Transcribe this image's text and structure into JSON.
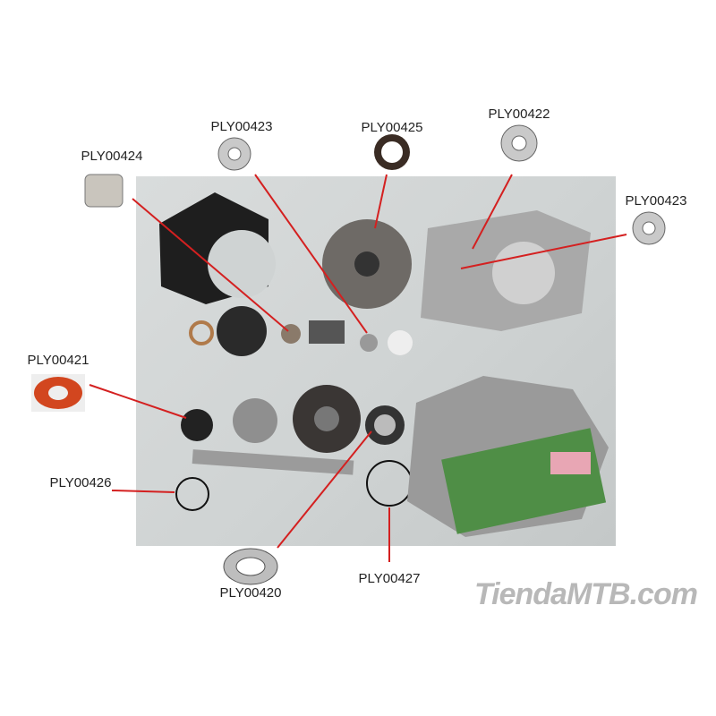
{
  "parts": [
    {
      "code": "PLY00424",
      "type": "needle-bearing"
    },
    {
      "code": "PLY00423",
      "type": "bearing"
    },
    {
      "code": "PLY00425",
      "type": "seal"
    },
    {
      "code": "PLY00422",
      "type": "bearing"
    },
    {
      "code": "PLY00423",
      "type": "bearing"
    },
    {
      "code": "PLY00421",
      "type": "sealed-bearing"
    },
    {
      "code": "PLY00426",
      "type": "o-ring"
    },
    {
      "code": "PLY00420",
      "type": "bearing"
    },
    {
      "code": "PLY00427",
      "type": "o-ring"
    }
  ],
  "watermark": "TiendaMTB.com",
  "colors": {
    "arrow": "#d42020",
    "bearing_seal": "#d2461f"
  }
}
